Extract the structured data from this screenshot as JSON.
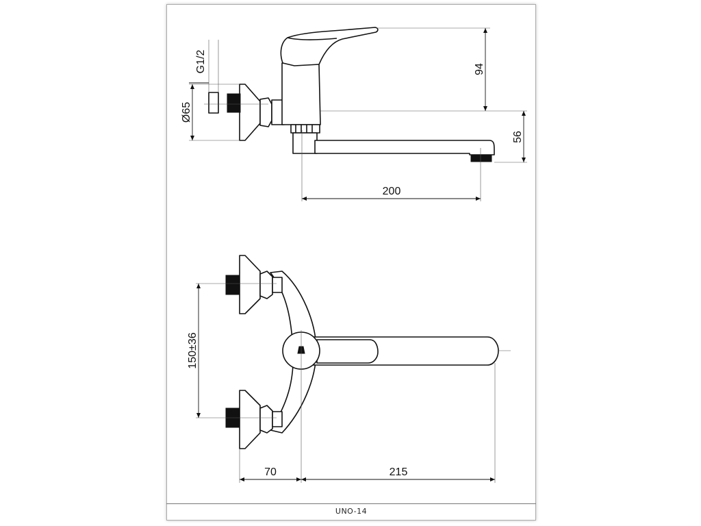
{
  "sheet": {
    "footer_code": "UNO-14"
  },
  "dimensions": {
    "height_lever": "94",
    "height_spout": "56",
    "spout_reach": "200",
    "thread_size": "G1/2",
    "flange_diameter": "Ø65",
    "inlet_spacing": "150±36",
    "wall_offset": "70",
    "total_reach": "215"
  }
}
